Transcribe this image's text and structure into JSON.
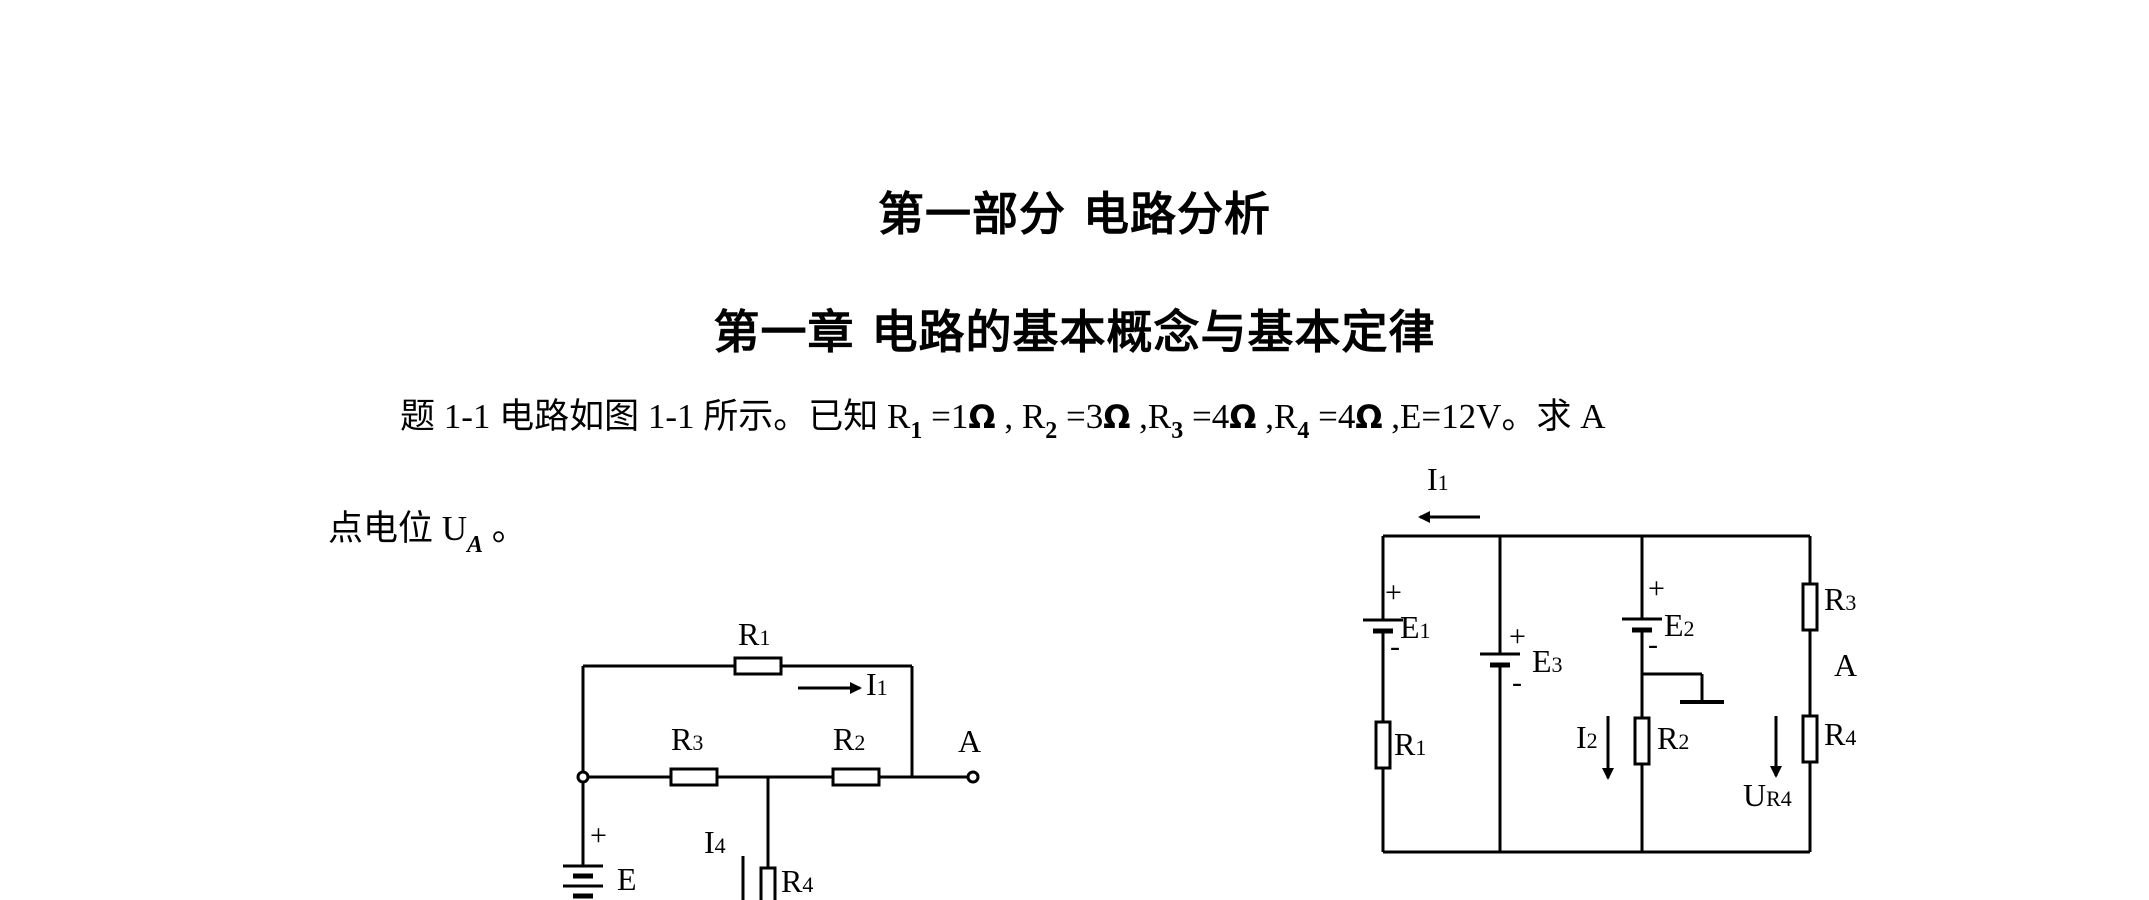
{
  "heading": {
    "part": "第一部分 电路分析",
    "chapter": "第一章 电路的基本概念与基本定律"
  },
  "problem": {
    "intro": "题 1-1 电路如图 1-1 所示。已知 R",
    "r1_sub": "1",
    "r1_val": " =1",
    "ohm": "Ω",
    "sep_r2": " , R",
    "r2_sub": "2",
    "r2_val": " =3",
    "sep_r3": " ,R",
    "r3_sub": "3",
    "r3_val": " =4",
    "sep_r4": " ,R",
    "r4_sub": "4",
    "r4_val": " =4",
    "tail": " ,E=12V。求 A",
    "line2_text": "点电位 U",
    "ua_sub": "A",
    "line2_end": " 。"
  },
  "fig_left": {
    "r1": "R",
    "r1_sub": "1",
    "i1": "I",
    "i1_sub": "1",
    "r3": "R",
    "r3_sub": "3",
    "r2": "R",
    "r2_sub": "2",
    "a": "A",
    "plus": "+",
    "e": "E",
    "i4": "I",
    "i4_sub": "4",
    "r4": "R",
    "r4_sub": "4"
  },
  "fig_right": {
    "i1": "I",
    "i1_sub": "1",
    "plus1": "+",
    "e1": "E",
    "e1_sub": "1",
    "minus1": "-",
    "plus3": "+",
    "e3": "E",
    "e3_sub": "3",
    "minus3": "-",
    "plus2": "+",
    "e2": "E",
    "e2_sub": "2",
    "minus2": "-",
    "r3": "R",
    "r3_sub": "3",
    "a": "A",
    "r1": "R",
    "r1_sub": "1",
    "i2": "I",
    "i2_sub": "2",
    "r2": "R",
    "r2_sub": "2",
    "r4": "R",
    "r4_sub": "4",
    "ur4": "U",
    "ur4_sub": "R4"
  }
}
